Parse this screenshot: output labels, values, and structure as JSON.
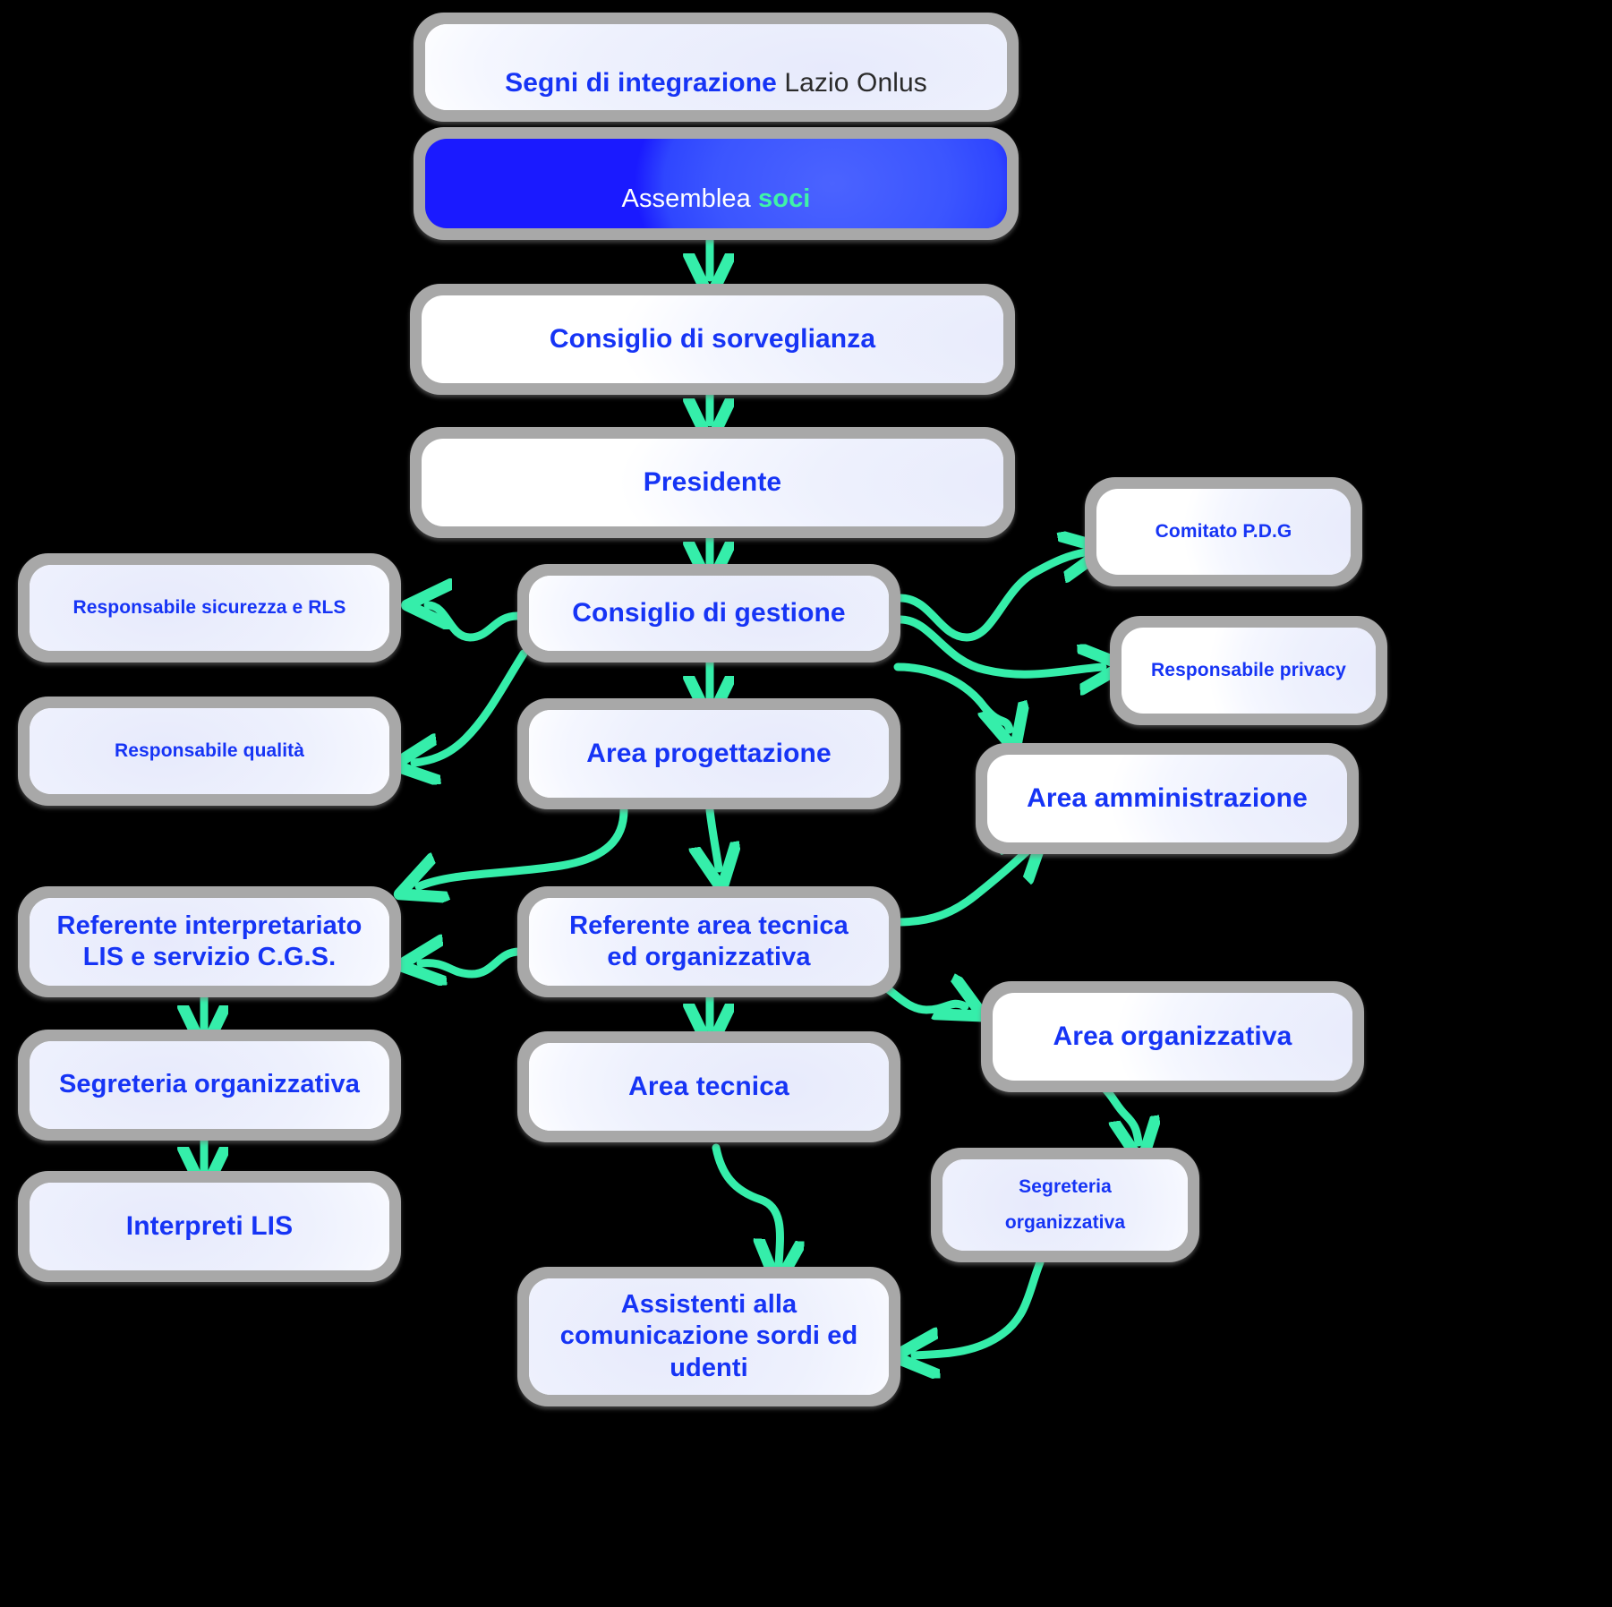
{
  "diagram": {
    "title": "Organigramma Segni di Integrazione Lazio Onlus",
    "accent_color": "#1a1aff",
    "text_color": "#1634f5",
    "arrow_color": "#35eeaa",
    "frame_color": "#a8a8a8",
    "highlight_color": "#3ff2a8"
  },
  "nodes": [
    {
      "id": "org",
      "label_bold": "Segni di integrazione",
      "label_plain": " Lazio Onlus",
      "font_size": 30
    },
    {
      "id": "assemblea",
      "label_plain": "Assemblea ",
      "label_bold": "soci",
      "font_size": 29
    },
    {
      "id": "sorveglianza",
      "label": "Consiglio di sorveglianza",
      "font_size": 30
    },
    {
      "id": "presidente",
      "label": "Presidente",
      "font_size": 30
    },
    {
      "id": "gestione",
      "label": "Consiglio di gestione",
      "font_size": 30
    },
    {
      "id": "sicurezza",
      "label": "Responsabile sicurezza e RLS",
      "font_size": 21
    },
    {
      "id": "qualita",
      "label": "Responsabile qualità",
      "font_size": 21
    },
    {
      "id": "comitato",
      "label": "Comitato P.D.G",
      "font_size": 21
    },
    {
      "id": "privacy",
      "label": "Responsabile privacy",
      "font_size": 21
    },
    {
      "id": "progettazione",
      "label": "Area progettazione",
      "font_size": 30
    },
    {
      "id": "amministrazione",
      "label": "Area amministrazione",
      "font_size": 30
    },
    {
      "id": "interpretariato",
      "label": "Referente interpretariato\nLIS e servizio C.G.S.",
      "font_size": 29
    },
    {
      "id": "referente-tecnica",
      "label": "Referente area tecnica\ned organizzativa",
      "font_size": 29
    },
    {
      "id": "organizzativa",
      "label": "Area organizzativa",
      "font_size": 30
    },
    {
      "id": "segreteria-sx",
      "label": "Segreteria organizzativa",
      "font_size": 29
    },
    {
      "id": "area-tecnica",
      "label": "Area tecnica",
      "font_size": 30
    },
    {
      "id": "segreteria-dx",
      "label": "Segreteria\norganizzativa",
      "font_size": 21
    },
    {
      "id": "interpreti",
      "label": "Interpreti LIS",
      "font_size": 30
    },
    {
      "id": "assistenti",
      "label": "Assistenti alla\ncomunicazione sordi ed\nudenti",
      "font_size": 29
    }
  ],
  "edges": [
    {
      "from": "assemblea",
      "to": "sorveglianza"
    },
    {
      "from": "sorveglianza",
      "to": "presidente"
    },
    {
      "from": "presidente",
      "to": "gestione"
    },
    {
      "from": "gestione",
      "to": "sicurezza"
    },
    {
      "from": "gestione",
      "to": "qualita"
    },
    {
      "from": "gestione",
      "to": "comitato"
    },
    {
      "from": "gestione",
      "to": "privacy"
    },
    {
      "from": "gestione",
      "to": "amministrazione"
    },
    {
      "from": "gestione",
      "to": "progettazione"
    },
    {
      "from": "progettazione",
      "to": "interpretariato"
    },
    {
      "from": "progettazione",
      "to": "referente-tecnica"
    },
    {
      "from": "referente-tecnica",
      "to": "interpretariato"
    },
    {
      "from": "referente-tecnica",
      "to": "amministrazione"
    },
    {
      "from": "referente-tecnica",
      "to": "organizzativa"
    },
    {
      "from": "referente-tecnica",
      "to": "area-tecnica"
    },
    {
      "from": "interpretariato",
      "to": "segreteria-sx"
    },
    {
      "from": "segreteria-sx",
      "to": "interpreti"
    },
    {
      "from": "organizzativa",
      "to": "segreteria-dx"
    },
    {
      "from": "area-tecnica",
      "to": "assistenti"
    },
    {
      "from": "segreteria-dx",
      "to": "assistenti"
    }
  ]
}
